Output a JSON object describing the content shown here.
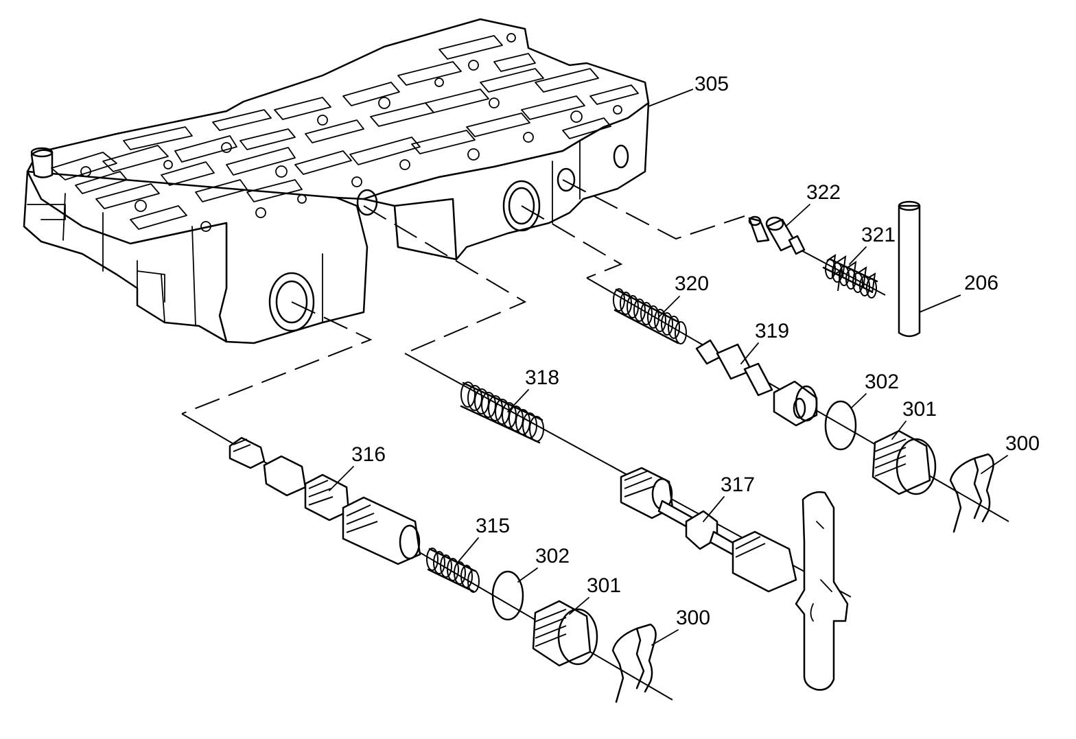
{
  "callouts": {
    "c305": "305",
    "c322": "322",
    "c321": "321",
    "c206": "206",
    "c320": "320",
    "c319": "319",
    "c302a": "302",
    "c301a": "301",
    "c300a": "300",
    "c318": "318",
    "c316": "316",
    "c317": "317",
    "c315": "315",
    "c302b": "302",
    "c301b": "301",
    "c300b": "300"
  }
}
